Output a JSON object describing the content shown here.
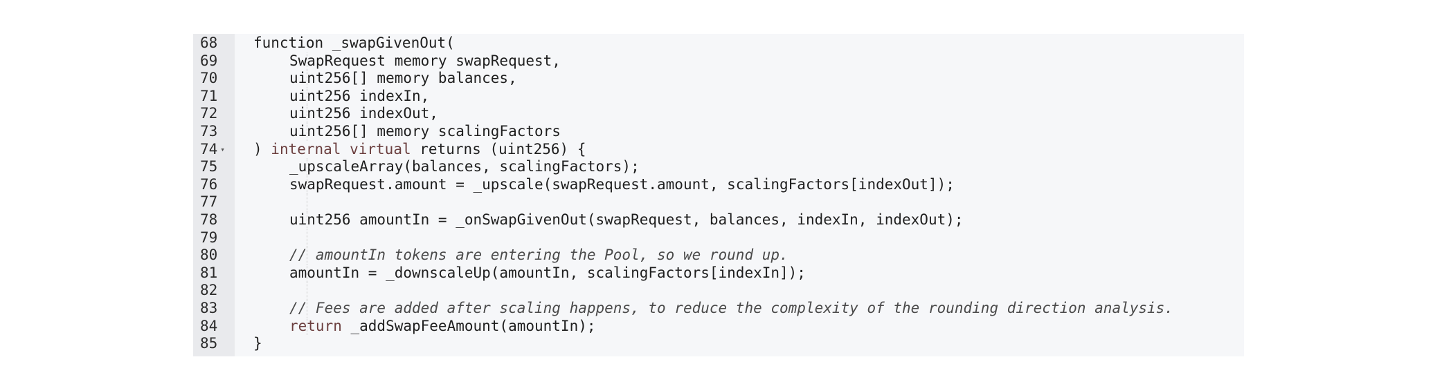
{
  "editor": {
    "lines": [
      {
        "num": "68",
        "fold": false,
        "indent": 1,
        "tokens": [
          {
            "t": "function _swapGivenOut(",
            "c": "plain"
          }
        ]
      },
      {
        "num": "69",
        "fold": false,
        "indent": 2,
        "tokens": [
          {
            "t": "SwapRequest memory swapRequest,",
            "c": "plain"
          }
        ]
      },
      {
        "num": "70",
        "fold": false,
        "indent": 2,
        "tokens": [
          {
            "t": "uint256[] memory balances,",
            "c": "plain"
          }
        ]
      },
      {
        "num": "71",
        "fold": false,
        "indent": 2,
        "tokens": [
          {
            "t": "uint256 indexIn,",
            "c": "plain"
          }
        ]
      },
      {
        "num": "72",
        "fold": false,
        "indent": 2,
        "tokens": [
          {
            "t": "uint256 indexOut,",
            "c": "plain"
          }
        ]
      },
      {
        "num": "73",
        "fold": false,
        "indent": 2,
        "tokens": [
          {
            "t": "uint256[] memory scalingFactors",
            "c": "plain"
          }
        ]
      },
      {
        "num": "74",
        "fold": true,
        "indent": 1,
        "tokens": [
          {
            "t": ") ",
            "c": "plain"
          },
          {
            "t": "internal",
            "c": "kw"
          },
          {
            "t": " ",
            "c": "plain"
          },
          {
            "t": "virtual",
            "c": "kw"
          },
          {
            "t": " returns (uint256) {",
            "c": "plain"
          }
        ]
      },
      {
        "num": "75",
        "fold": false,
        "indent": 2,
        "tokens": [
          {
            "t": "_upscaleArray(balances, scalingFactors);",
            "c": "plain"
          }
        ]
      },
      {
        "num": "76",
        "fold": false,
        "indent": 2,
        "tokens": [
          {
            "t": "swapRequest.amount = _upscale(swapRequest.amount, scalingFactors[indexOut]);",
            "c": "plain"
          }
        ]
      },
      {
        "num": "77",
        "fold": false,
        "indent": 2,
        "tokens": []
      },
      {
        "num": "78",
        "fold": false,
        "indent": 2,
        "tokens": [
          {
            "t": "uint256 amountIn = _onSwapGivenOut(swapRequest, balances, indexIn, indexOut);",
            "c": "plain"
          }
        ]
      },
      {
        "num": "79",
        "fold": false,
        "indent": 2,
        "tokens": []
      },
      {
        "num": "80",
        "fold": false,
        "indent": 2,
        "tokens": [
          {
            "t": "// amountIn tokens are entering the Pool, so we round up.",
            "c": "cm"
          }
        ]
      },
      {
        "num": "81",
        "fold": false,
        "indent": 2,
        "tokens": [
          {
            "t": "amountIn = _downscaleUp(amountIn, scalingFactors[indexIn]);",
            "c": "plain"
          }
        ]
      },
      {
        "num": "82",
        "fold": false,
        "indent": 2,
        "tokens": []
      },
      {
        "num": "83",
        "fold": false,
        "indent": 2,
        "tokens": [
          {
            "t": "// Fees are added after scaling happens, to reduce the complexity of the rounding direction analysis.",
            "c": "cm"
          }
        ]
      },
      {
        "num": "84",
        "fold": false,
        "indent": 2,
        "tokens": [
          {
            "t": "return",
            "c": "kw"
          },
          {
            "t": " _addSwapFeeAmount(amountIn);",
            "c": "plain"
          }
        ]
      },
      {
        "num": "85",
        "fold": false,
        "indent": 1,
        "tokens": [
          {
            "t": "}",
            "c": "plain"
          }
        ]
      }
    ],
    "fold_icon": "fold-caret-down-icon"
  }
}
